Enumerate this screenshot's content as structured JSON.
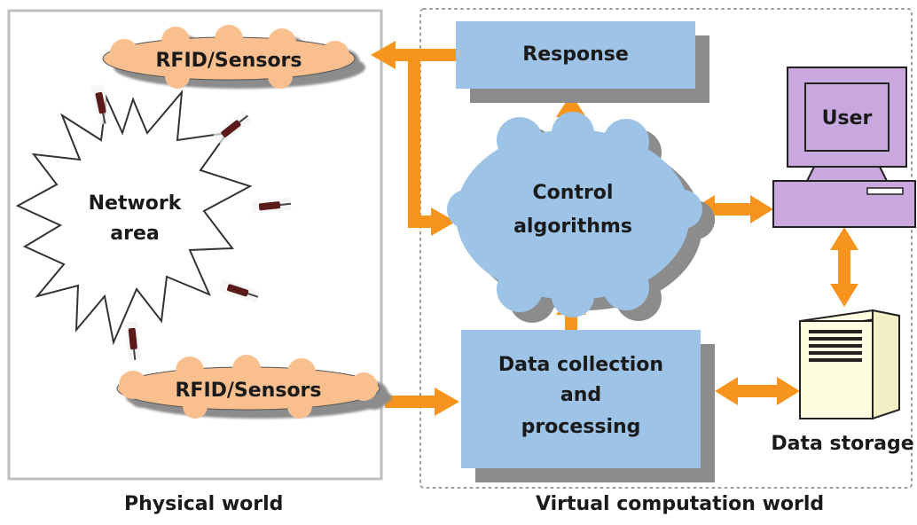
{
  "regions": {
    "physical": {
      "caption": "Physical world"
    },
    "virtual": {
      "caption": "Virtual computation world"
    }
  },
  "nodes": {
    "sensors_top": {
      "label": "RFID/Sensors"
    },
    "sensors_bottom": {
      "label": "RFID/Sensors"
    },
    "network": {
      "line1": "Network",
      "line2": "area"
    },
    "response": {
      "label": "Response"
    },
    "control": {
      "line1": "Control",
      "line2": "algorithms"
    },
    "data": {
      "line1": "Data collection",
      "line2": "and",
      "line3": "processing"
    },
    "user": {
      "label": "User"
    },
    "storage": {
      "label": "Data storage"
    }
  },
  "colors": {
    "arrow": "#f7941d",
    "box_fill": "#9dc3e6",
    "cloud_fill": "#f9bf8f",
    "computer_fill": "#c9a8e0",
    "server_fill": "#fffde0",
    "shadow": "#8c8c8c",
    "physical_border": "#bdbdbd",
    "virtual_border": "#9a9a9a"
  }
}
